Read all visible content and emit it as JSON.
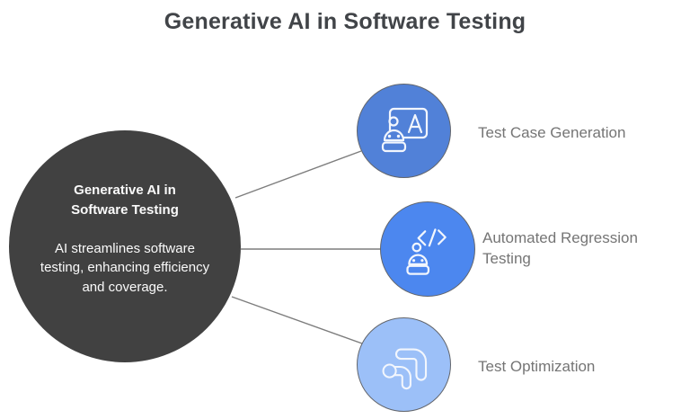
{
  "title": "Generative AI in Software Testing",
  "center_node": {
    "heading": "Generative AI in Software Testing",
    "description": "AI streamlines software testing, enhancing efficiency and coverage.",
    "color": "#414141",
    "text_color": "#fafafa"
  },
  "nodes": [
    {
      "label": "Test Case Generation",
      "icon": "robot-presentation-board-icon",
      "color": "#5181d8"
    },
    {
      "label": "Automated Regression Testing",
      "icon": "robot-code-brackets-icon",
      "color": "#4c87ef"
    },
    {
      "label": "Test Optimization",
      "icon": "optimization-route-icon",
      "color": "#9cc0f8"
    }
  ],
  "colors": {
    "background": "#ffffff",
    "title_text": "#414448",
    "label_text": "#757575",
    "connector_line": "#7d7d7d",
    "node_border": "#63666c",
    "icon_stroke": "#f2f6fd"
  }
}
